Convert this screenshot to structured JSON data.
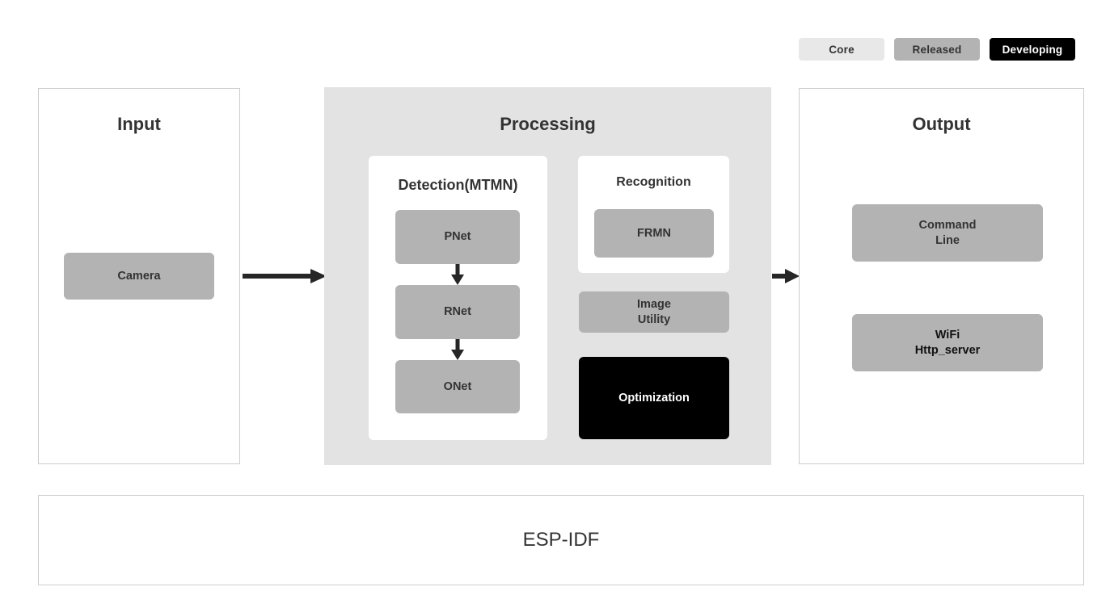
{
  "legend": {
    "items": [
      {
        "label": "Core",
        "color": "#e8e8e8",
        "text_color": "#333333"
      },
      {
        "label": "Released",
        "color": "#b3b3b3",
        "text_color": "#333333"
      },
      {
        "label": "Developing",
        "color": "#000000",
        "text_color": "#ffffff"
      }
    ]
  },
  "input_panel": {
    "title": "Input",
    "nodes": [
      {
        "label": "Camera",
        "status": "Released"
      }
    ]
  },
  "processing_panel": {
    "title": "Processing",
    "detection_card": {
      "title": "Detection(MTMN)",
      "nodes": [
        {
          "label": "PNet",
          "status": "Released"
        },
        {
          "label": "RNet",
          "status": "Released"
        },
        {
          "label": "ONet",
          "status": "Released"
        }
      ]
    },
    "recognition_card": {
      "title": "Recognition",
      "nodes": [
        {
          "label": "FRMN",
          "status": "Released"
        }
      ]
    },
    "side_nodes": [
      {
        "label_line1": "Image",
        "label_line2": "Utility",
        "status": "Released"
      },
      {
        "label_line1": "Optimization",
        "label_line2": "",
        "status": "Developing"
      }
    ]
  },
  "output_panel": {
    "title": "Output",
    "nodes": [
      {
        "label_line1": "Command",
        "label_line2": "Line",
        "status": "Released"
      },
      {
        "label_line1": "WiFi",
        "label_line2": "Http_server",
        "status": "Released"
      }
    ]
  },
  "foundation": {
    "label": "ESP-IDF"
  },
  "flow": {
    "input_to_processing": "arrow-right",
    "processing_to_output": "arrow-right",
    "pnet_to_rnet": "arrow-down",
    "rnet_to_onet": "arrow-down"
  }
}
